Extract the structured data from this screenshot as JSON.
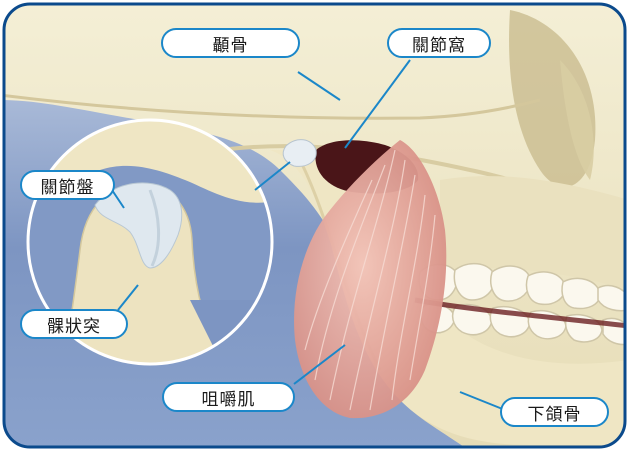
{
  "labels": {
    "temporal_bone": "顳骨",
    "articular_fossa": "關節窩",
    "articular_disc": "關節盤",
    "condyle": "髁狀突",
    "masseter": "咀嚼肌",
    "mandible": "下頜骨"
  },
  "colors": {
    "frame_border": "#0b4a8c",
    "callout_border": "#1b87c9",
    "background_blue": "#6f89b9",
    "bone": "#efe8c8",
    "muscle": "#e5a79d",
    "fossa_dark": "#4a1518",
    "disc": "#dfe8ef"
  }
}
